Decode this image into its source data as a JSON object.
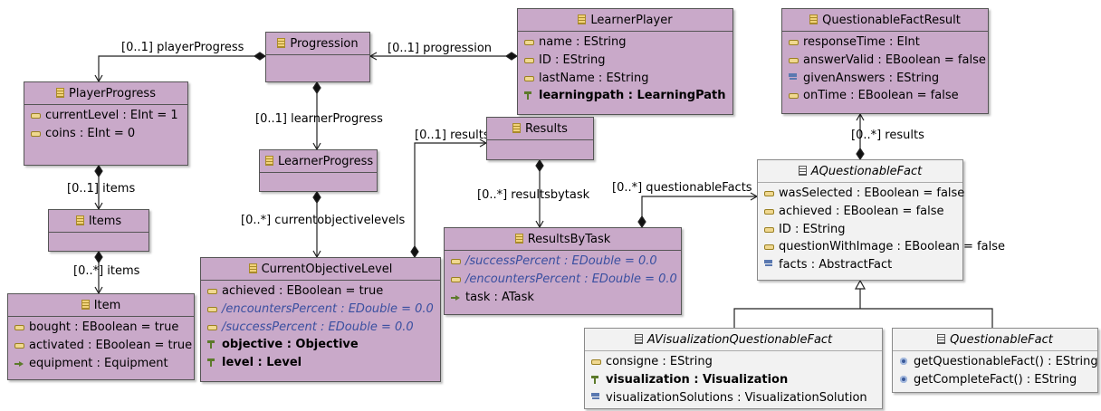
{
  "classes": {
    "progression": {
      "name": "Progression"
    },
    "learner_player": {
      "name": "LearnerPlayer",
      "attrs": [
        {
          "icon": "attribute-icon",
          "text": "name : EString"
        },
        {
          "icon": "attribute-icon",
          "text": "ID : EString"
        },
        {
          "icon": "attribute-icon",
          "text": "lastName : EString"
        },
        {
          "icon": "reference-icon",
          "text": "learningpath : LearningPath",
          "bold": true
        }
      ]
    },
    "player_progress": {
      "name": "PlayerProgress",
      "attrs": [
        {
          "icon": "attribute-icon",
          "text": "currentLevel : EInt = 1"
        },
        {
          "icon": "attribute-icon",
          "text": "coins : EInt = 0"
        }
      ]
    },
    "items": {
      "name": "Items"
    },
    "item": {
      "name": "Item",
      "attrs": [
        {
          "icon": "attribute-icon",
          "text": "bought : EBoolean = true"
        },
        {
          "icon": "attribute-icon",
          "text": "activated : EBoolean = true"
        },
        {
          "icon": "reference-arrow-icon",
          "text": "equipment : Equipment"
        }
      ]
    },
    "learner_progress": {
      "name": "LearnerProgress"
    },
    "current_objective_level": {
      "name": "CurrentObjectiveLevel",
      "attrs": [
        {
          "icon": "attribute-icon",
          "text": "achieved : EBoolean = true"
        },
        {
          "icon": "attribute-icon",
          "text": "/encountersPercent : EDouble = 0.0",
          "derived": true
        },
        {
          "icon": "attribute-icon",
          "text": "/successPercent : EDouble = 0.0",
          "derived": true
        },
        {
          "icon": "reference-icon",
          "text": "objective : Objective",
          "bold": true
        },
        {
          "icon": "reference-icon",
          "text": "level : Level",
          "bold": true
        }
      ]
    },
    "results": {
      "name": "Results"
    },
    "results_by_task": {
      "name": "ResultsByTask",
      "attrs": [
        {
          "icon": "attribute-icon",
          "text": "/successPercent : EDouble = 0.0",
          "derived": true
        },
        {
          "icon": "attribute-icon",
          "text": "/encountersPercent : EDouble = 0.0",
          "derived": true
        },
        {
          "icon": "reference-arrow-icon",
          "text": "task : ATask"
        }
      ]
    },
    "questionable_fact_result": {
      "name": "QuestionableFactResult",
      "attrs": [
        {
          "icon": "attribute-icon",
          "text": "responseTime : EInt"
        },
        {
          "icon": "attribute-icon",
          "text": "answerValid : EBoolean = false"
        },
        {
          "icon": "containment-icon",
          "text": "givenAnswers : EString"
        },
        {
          "icon": "attribute-icon",
          "text": "onTime : EBoolean = false"
        }
      ]
    },
    "a_questionable_fact": {
      "name": "AQuestionableFact",
      "attrs": [
        {
          "icon": "attribute-icon",
          "text": "wasSelected : EBoolean = false"
        },
        {
          "icon": "attribute-icon",
          "text": "achieved : EBoolean = false"
        },
        {
          "icon": "attribute-icon",
          "text": "ID : EString"
        },
        {
          "icon": "attribute-icon",
          "text": "questionWithImage : EBoolean = false"
        },
        {
          "icon": "containment-icon",
          "text": "facts : AbstractFact"
        }
      ]
    },
    "a_visualization_questionable_fact": {
      "name": "AVisualizationQuestionableFact",
      "attrs": [
        {
          "icon": "attribute-icon",
          "text": "consigne : EString"
        },
        {
          "icon": "reference-icon",
          "text": "visualization : Visualization",
          "bold": true
        },
        {
          "icon": "containment-icon",
          "text": "visualizationSolutions : VisualizationSolution"
        }
      ]
    },
    "questionable_fact": {
      "name": "QuestionableFact",
      "attrs": [
        {
          "icon": "operation-icon",
          "text": "getQuestionableFact() : EString"
        },
        {
          "icon": "operation-icon",
          "text": "getCompleteFact() : EString"
        }
      ]
    }
  },
  "edge_labels": {
    "player_progress": "[0..1] playerProgress",
    "progression": "[0..1] progression",
    "learner_progress": "[0..1] learnerProgress",
    "results": "[0..1] results",
    "items": "[0..1] items",
    "item_items": "[0..*] items",
    "currentobjectivelevels": "[0..*] currentobjectivelevels",
    "resultsbytask": "[0..*] resultsbytask",
    "questionable_facts": "[0..*] questionableFacts",
    "qf_results": "[0..*] results"
  },
  "colors": {
    "concrete_class_fill": "#c9a9c9",
    "abstract_class_fill": "#f2f2f2",
    "derived_text": "#3a4fa0"
  }
}
